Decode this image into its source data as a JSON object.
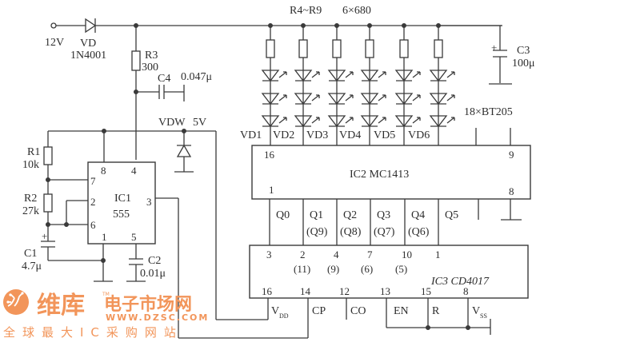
{
  "title": "555 + CD4017 + MC1413 LED chaser circuit",
  "supply": {
    "label": "12V"
  },
  "diode_vd": {
    "ref": "VD",
    "part": "1N4001"
  },
  "r3": {
    "ref": "R3",
    "value": "300"
  },
  "c4": {
    "ref": "C4",
    "value": "0.047μ"
  },
  "resistor_array": {
    "ref": "R4~R9",
    "value": "6×680"
  },
  "c3": {
    "ref": "C3",
    "value": "100μ",
    "plus": "+"
  },
  "led_array": {
    "part": "18×BT205",
    "strings": [
      "VD1",
      "VD2",
      "VD3",
      "VD4",
      "VD5",
      "VD6"
    ]
  },
  "zener": {
    "ref": "VDW",
    "value": "5V"
  },
  "r1": {
    "ref": "R1",
    "value": "10k"
  },
  "r2": {
    "ref": "R2",
    "value": "27k"
  },
  "c1": {
    "ref": "C1",
    "value": "4.7μ",
    "plus": "+"
  },
  "c2": {
    "ref": "C2",
    "value": "0.01μ"
  },
  "ic1": {
    "ref": "IC1",
    "part": "555",
    "pins": {
      "p8": "8",
      "p4": "4",
      "p7": "7",
      "p2": "2",
      "p6": "6",
      "p3": "3",
      "p1": "1",
      "p5": "5"
    }
  },
  "ic2": {
    "label": "IC2 MC1413",
    "pins": {
      "p16": "16",
      "p9": "9",
      "p1": "1",
      "p8": "8"
    }
  },
  "ic3": {
    "label": "IC3 CD4017",
    "top_pins": [
      "3",
      "2",
      "4",
      "7",
      "10",
      "1"
    ],
    "top_alt": [
      "",
      "(11)",
      "(9)",
      "(6)",
      "(5)",
      ""
    ],
    "bottom_pins": [
      "16",
      "14",
      "12",
      "13",
      "15",
      "8"
    ],
    "bottom_signals": {
      "vdd": "V",
      "vdd_sub": "DD",
      "cp": "CP",
      "co": "CO",
      "en": "EN",
      "r": "R",
      "vss": "V",
      "vss_sub": "SS"
    }
  },
  "outputs": [
    "Q0",
    "Q1",
    "Q2",
    "Q3",
    "Q4",
    "Q5"
  ],
  "outputs_alt": [
    "",
    "(Q9)",
    "(Q8)",
    "(Q7)",
    "(Q6)",
    ""
  ],
  "watermark": {
    "brand": "维库",
    "subtitle": "电子市场网",
    "url": "WWW.DZSC.COM",
    "tagline": "全球最大IC采购网站",
    "tm": "TM",
    "color": "#f2955a"
  }
}
